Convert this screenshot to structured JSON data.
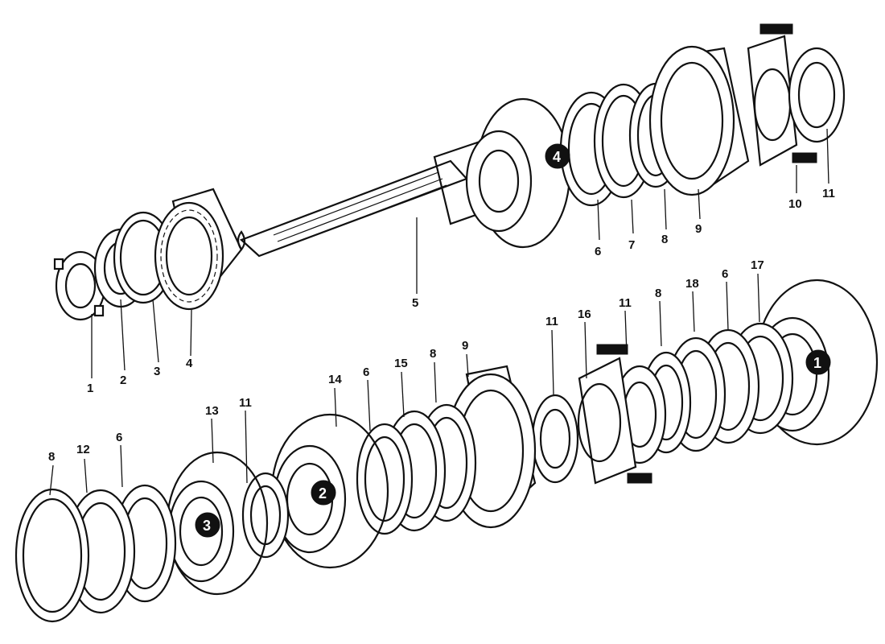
{
  "labels": {
    "upper": {
      "1": "1",
      "2": "2",
      "3": "3",
      "4": "4",
      "5": "5",
      "6": "6",
      "7": "7",
      "8": "8",
      "9": "9",
      "10": "10",
      "11": "11"
    },
    "lower": {
      "8a": "8",
      "12": "12",
      "6a": "6",
      "13": "13",
      "11a": "11",
      "14": "14",
      "6b": "6",
      "15": "15",
      "8b": "8",
      "9": "9",
      "11b": "11",
      "16": "16",
      "11c": "11",
      "8c": "8",
      "18": "18",
      "6c": "6",
      "17": "17"
    }
  },
  "gear_markers": {
    "g1": "1",
    "g2": "2",
    "g3": "3",
    "g4": "4"
  }
}
